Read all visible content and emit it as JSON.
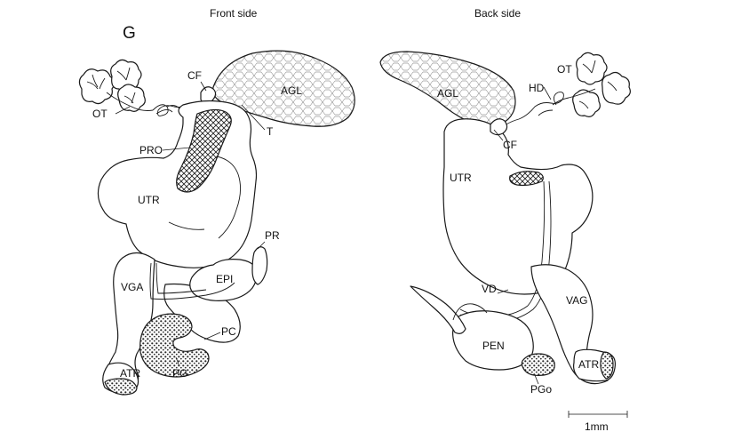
{
  "panel_letter": "G",
  "views": {
    "front": {
      "title": "Front side",
      "labels": {
        "cf": "CF",
        "agl": "AGL",
        "ot": "OT",
        "t": "T",
        "pro": "PRO",
        "utr": "UTR",
        "pr": "PR",
        "epi": "EPI",
        "vga": "VGA",
        "pc": "PC",
        "atr": "ATR",
        "pg": "PG"
      }
    },
    "back": {
      "title": "Back side",
      "labels": {
        "agl": "AGL",
        "hd": "HD",
        "ot": "OT",
        "cf": "CF",
        "utr": "UTR",
        "vd": "VD",
        "vag": "VAG",
        "pen": "PEN",
        "atr": "ATR",
        "pgo": "PGo"
      }
    }
  },
  "scale_bar": {
    "label": "1mm"
  },
  "colors": {
    "ink": "#1a1a1a",
    "background": "#ffffff"
  }
}
